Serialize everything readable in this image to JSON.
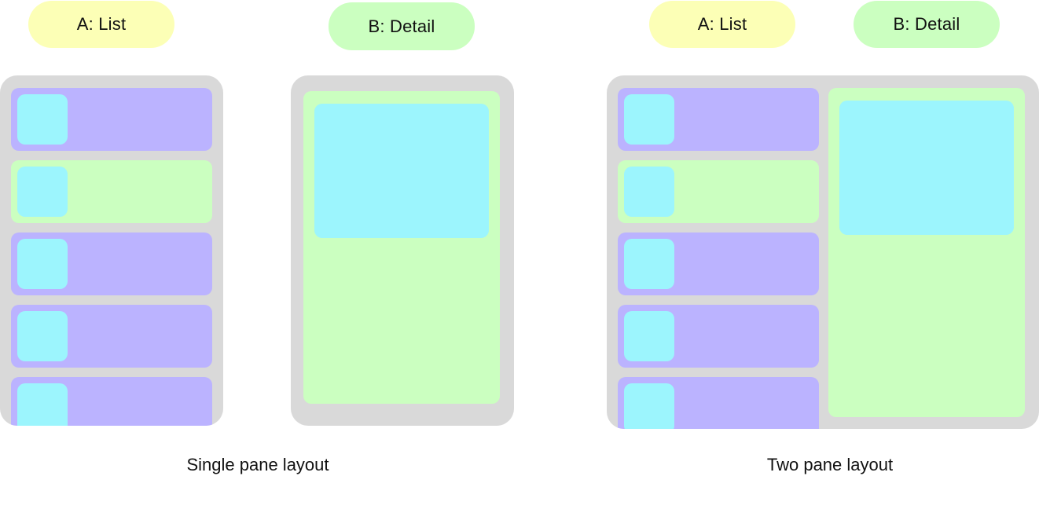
{
  "single": {
    "pill_list": "A: List",
    "pill_detail": "B: Detail",
    "caption": "Single pane layout"
  },
  "two": {
    "pill_list": "A: List",
    "pill_detail": "B: Detail",
    "caption": "Two pane layout"
  },
  "colors": {
    "device": "#d9d9d9",
    "list_item": "#bbb3ff",
    "selected_item": "#cbffc0",
    "thumbnail": "#9cf5fd",
    "pill_list": "#fcffb6",
    "pill_detail": "#cbffc0"
  }
}
